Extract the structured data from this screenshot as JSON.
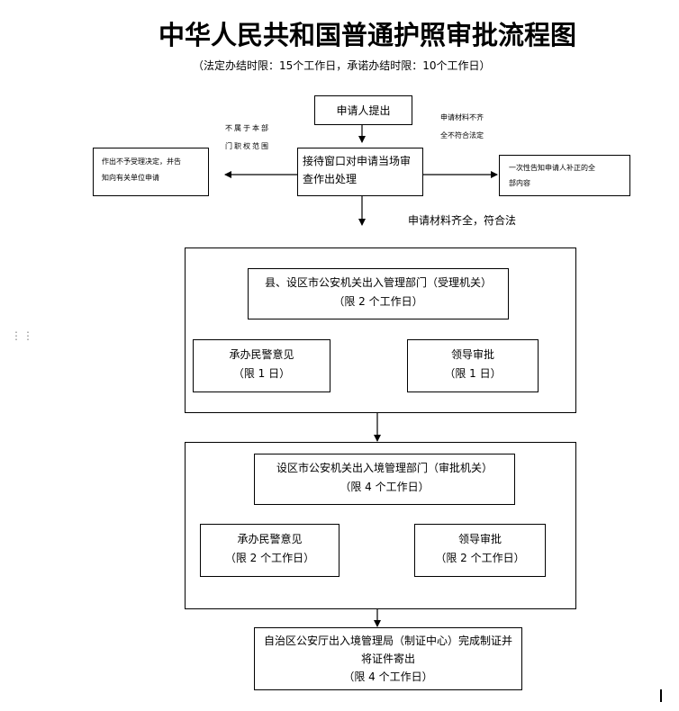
{
  "title": "中华人民共和国普通护照审批流程图",
  "subtitle": "（法定办结时限：15个工作日，承诺办结时限：10个工作日）",
  "steps": {
    "apply": "申请人提出",
    "window_line1": "接待窗口对申请当场审",
    "window_line2": "查作出处理",
    "left_note_line1": "不属于本部",
    "left_note_line2": "门职权范围",
    "left_box_line1": "作出不予受理决定，并告",
    "left_box_line2": "知向有关单位申请",
    "right_note_line1": "申请材料不齐",
    "right_note_line2": "全不符合法定",
    "right_box_line1": "一次性告知申请人补正的全",
    "right_box_line2": "部内容",
    "accept_note": "申请材料齐全，符合法"
  },
  "section1": {
    "main_line1": "县、设区市公安机关出入管理部门（受理机关）",
    "main_line2": "（限 2 个工作日）",
    "left_line1": "承办民警意见",
    "left_line2": "（限 1 日）",
    "right_line1": "领导审批",
    "right_line2": "（限 1 日）"
  },
  "section2": {
    "main_line1": "设区市公安机关出入境管理部门（审批机关）",
    "main_line2": "（限 4 个工作日）",
    "left_line1": "承办民警意见",
    "left_line2": "（限 2 个工作日）",
    "right_line1": "领导审批",
    "right_line2": "（限 2 个工作日）"
  },
  "final": {
    "line1": "自治区公安厅出入境管理局（制证中心）完成制证并",
    "line2": "将证件寄出",
    "line3": "（限 4 个工作日）"
  }
}
